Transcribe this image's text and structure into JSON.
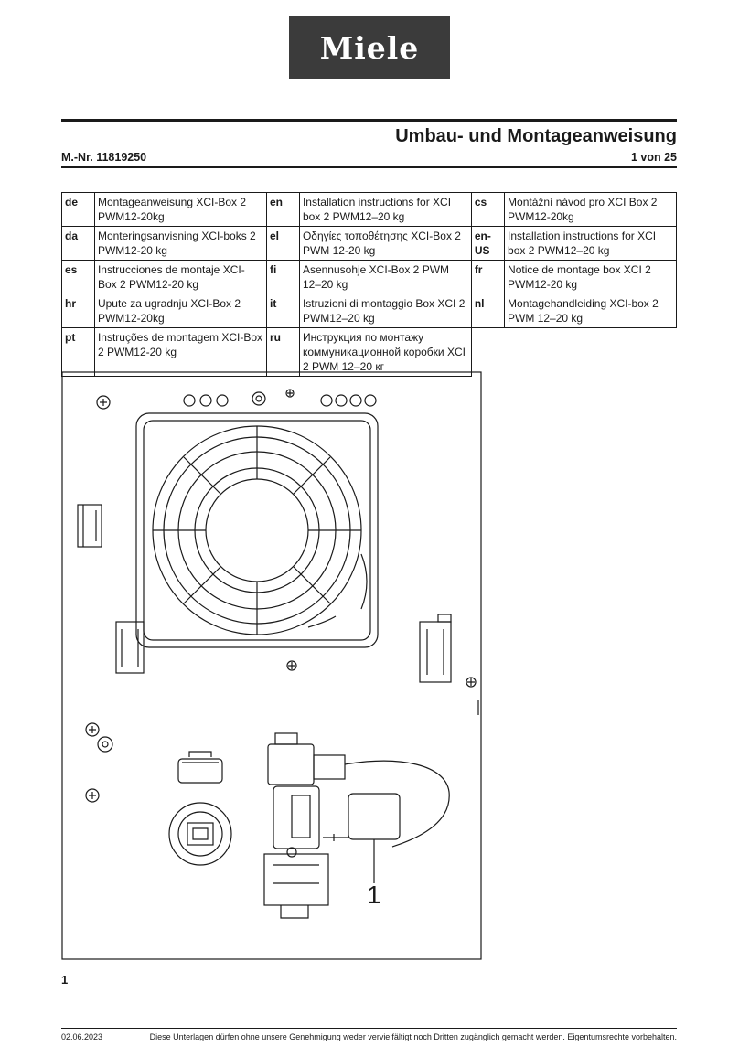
{
  "logo": "Miele",
  "title": "Umbau- und Montageanweisung",
  "part_number": "M.-Nr. 11819250",
  "page": "1 von 25",
  "languages": [
    {
      "code": "de",
      "text": "Montageanweisung XCI-Box 2 PWM12-20kg"
    },
    {
      "code": "en",
      "text": "Installation instructions for XCI box 2 PWM12–20 kg"
    },
    {
      "code": "cs",
      "text": "Montážní návod pro XCI Box 2 PWM12-20kg"
    },
    {
      "code": "da",
      "text": "Monteringsanvisning XCI-boks 2 PWM12-20 kg"
    },
    {
      "code": "el",
      "text": "Οδηγίες τοποθέτησης XCI-Box 2 PWM 12-20 kg"
    },
    {
      "code": "en-US",
      "text": "Installation instructions for XCI box 2 PWM12–20 kg"
    },
    {
      "code": "es",
      "text": "Instrucciones de montaje XCI-Box 2 PWM12-20 kg"
    },
    {
      "code": "fi",
      "text": "Asennusohje XCI-Box 2 PWM 12–20 kg"
    },
    {
      "code": "fr",
      "text": "Notice de montage box XCI 2 PWM12-20 kg"
    },
    {
      "code": "hr",
      "text": "Upute za ugradnju XCI-Box 2 PWM12-20kg"
    },
    {
      "code": "it",
      "text": "Istruzioni di montaggio Box XCI 2 PWM12–20 kg"
    },
    {
      "code": "nl",
      "text": "Montagehandleiding XCI-box 2 PWM 12–20 kg"
    },
    {
      "code": "pt",
      "text": "Instruções de montagem XCI-Box 2 PWM12-20 kg"
    },
    {
      "code": "ru",
      "text": "Инструкция по монтажу коммуникационной коробки XCI 2 PWM 12–20 кг"
    }
  ],
  "figure": {
    "callout": "1",
    "number": "1"
  },
  "footer": {
    "date": "02.06.2023",
    "note": "Diese Unterlagen dürfen ohne unsere Genehmigung weder vervielfältigt noch Dritten zugänglich gemacht werden. Eigentumsrechte vorbehalten."
  }
}
